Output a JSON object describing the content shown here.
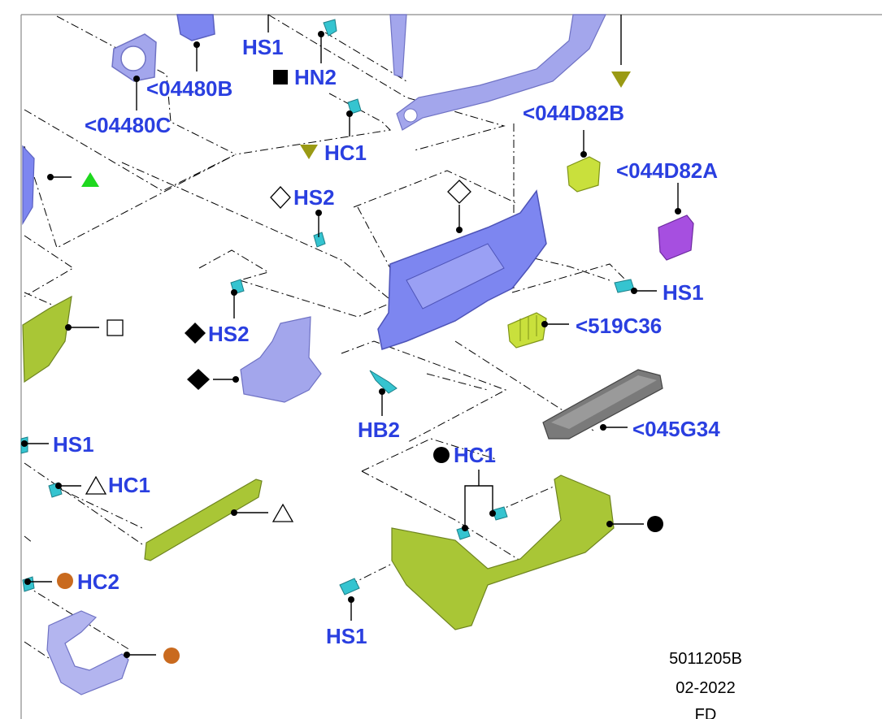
{
  "diagram": {
    "labels": {
      "hs1_top": "HS1",
      "hn2": "HN2",
      "p04480b": "<04480B",
      "p04480c": "<04480C",
      "hc1_center": "HC1",
      "p044d82b": "<044D82B",
      "p044d82a": "<044D82A",
      "hs2_top": "HS2",
      "hs1_right": "HS1",
      "p519c36": "<519C36",
      "hs2_mid": "HS2",
      "hb2": "HB2",
      "p045g34": "<045G34",
      "hs1_left": "HS1",
      "hc1_left": "HC1",
      "hc1_bottom": "HC1",
      "hc2": "HC2",
      "hs1_bottom": "HS1"
    },
    "footer": {
      "code": "5011205B",
      "date": "02-2022",
      "lang": "FD"
    },
    "colors": {
      "label": "#2a3fe0",
      "part_lavender": "#a3a6ec",
      "part_blue": "#7d86f0",
      "part_green": "#a9c636",
      "part_yellow": "#c9e03c",
      "part_purple": "#a64fe0",
      "part_gray": "#7a7a7a",
      "clip_cyan": "#35c4d0",
      "marker_olive": "#9a9a14",
      "marker_green": "#1ed81e",
      "marker_orange": "#c96a1e"
    }
  }
}
